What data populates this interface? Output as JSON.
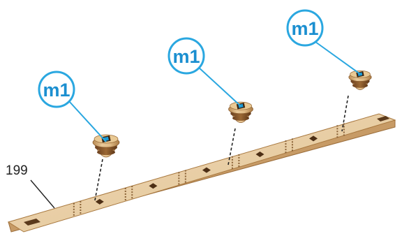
{
  "part_number": "199",
  "callouts": [
    {
      "id": "peg-left",
      "text": "m1"
    },
    {
      "id": "peg-middle",
      "text": "m1"
    },
    {
      "id": "peg-right",
      "text": "m1"
    }
  ],
  "colors": {
    "callout_ring": "#2aa7e0",
    "callout_text": "#1b8fd0",
    "leader_line": "#2aa7e0",
    "wood_top": "#e9cfa6",
    "wood_side": "#c9a06d",
    "wood_edge": "#a5763f",
    "peg_body": "#d7b07a",
    "peg_band": "#8a5a2c",
    "peg_hole": "#1a9ad6",
    "dashed_guide": "#222222"
  },
  "icons": {
    "callout": "circle-badge",
    "peg": "turned-wooden-peg"
  }
}
